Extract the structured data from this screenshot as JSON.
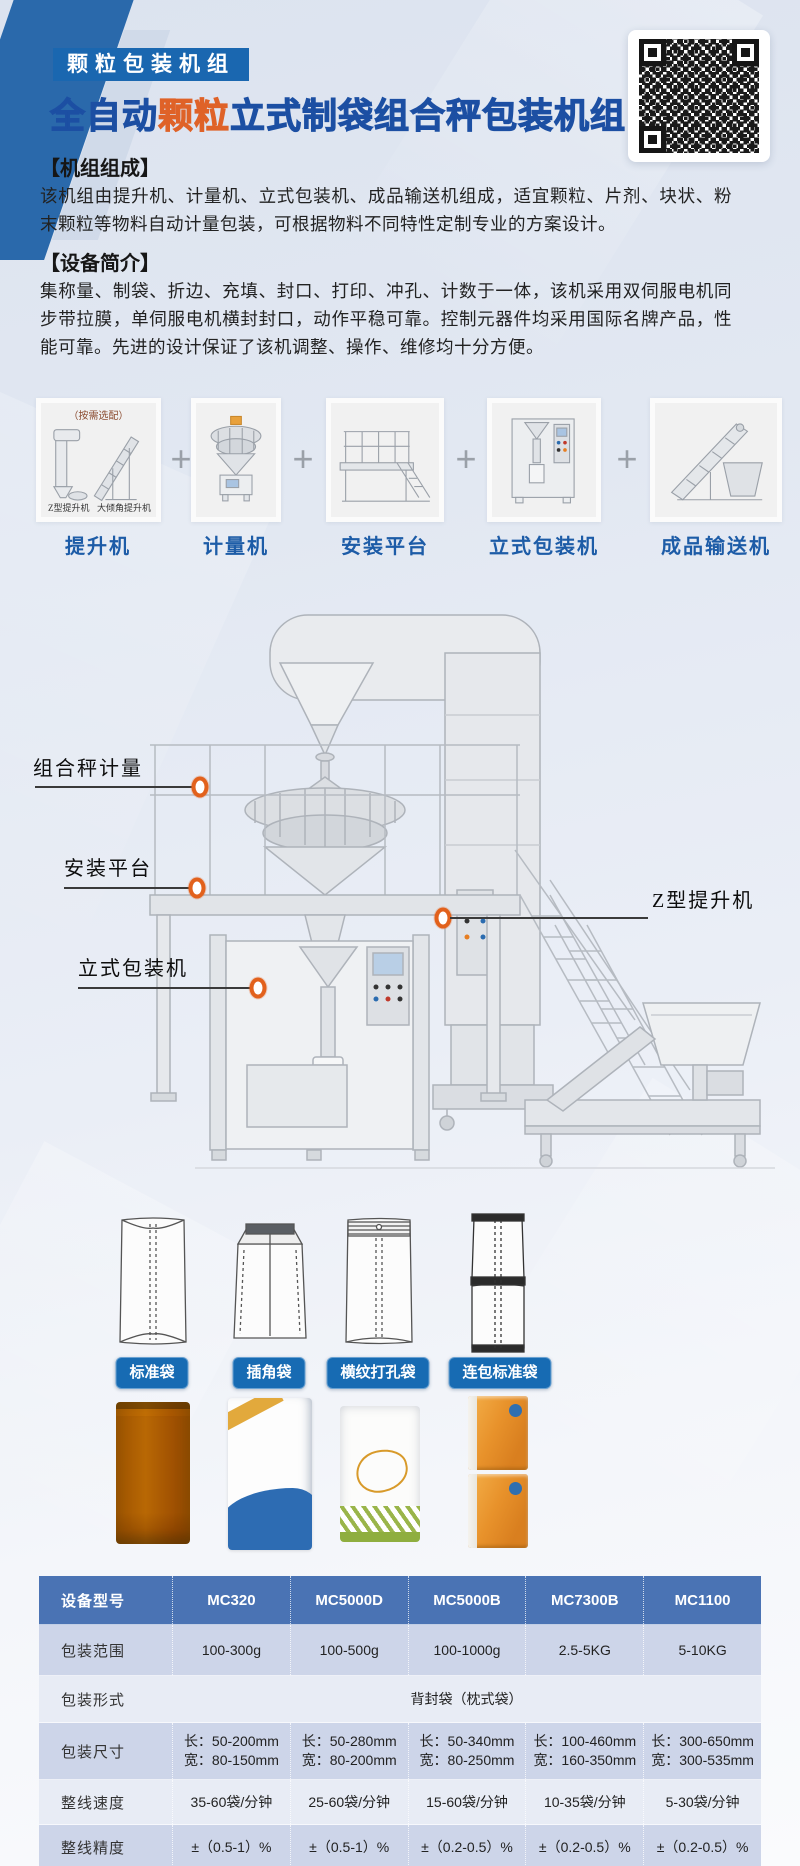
{
  "header": {
    "badge": "颗粒包装机组",
    "title": {
      "prefix": "全自动",
      "highlight": "颗粒",
      "suffix": "立式制袋组合秤包装机组"
    }
  },
  "colors": {
    "accent_blue": "#1a67b0",
    "title_blue": "#1c4fa3",
    "highlight_orange": "#df6228",
    "table_header_blue": "#4a73b4",
    "callout_dot_orange": "#e2611c",
    "chip_blue": "#176bb3"
  },
  "sections": {
    "composition": {
      "heading": "【机组组成】",
      "body": "该机组由提升机、计量机、立式包装机、成品输送机组成，适宜颗粒、片剂、块状、粉末颗粒等物料自动计量包装，可根据物料不同特性定制专业的方案设计。"
    },
    "intro": {
      "heading": "【设备简介】",
      "body": "集称量、制袋、折边、充填、封口、打印、冲孔、计数于一体，该机采用双伺服电机同步带拉膜，单伺服电机横封封口，动作平稳可靠。控制元器件均采用国际名牌产品，性能可靠。先进的设计保证了该机调整、操作、维修均十分方便。"
    }
  },
  "components": {
    "plus": "+",
    "note": "（按需选配）",
    "card1_caption_left": "Z型提升机",
    "card1_caption_right": "大倾角提升机",
    "items": [
      "提升机",
      "计量机",
      "安装平台",
      "立式包装机",
      "成品输送机"
    ]
  },
  "diagram": {
    "callouts": {
      "weigher": "组合秤计量",
      "platform": "安装平台",
      "elevator": "Z型提升机",
      "packer": "立式包装机"
    }
  },
  "bags": {
    "types": [
      "标准袋",
      "插角袋",
      "横纹打孔袋",
      "连包标准袋"
    ]
  },
  "table": {
    "columns": [
      "设备型号",
      "MC320",
      "MC5000D",
      "MC5000B",
      "MC7300B",
      "MC1100"
    ],
    "range": {
      "label": "包装范围",
      "values": [
        "100-300g",
        "100-500g",
        "100-1000g",
        "2.5-5KG",
        "5-10KG"
      ]
    },
    "form": {
      "label": "包装形式",
      "value": "背封袋（枕式袋）"
    },
    "size": {
      "label": "包装尺寸",
      "values": [
        {
          "l": "长：50-200mm",
          "w": "宽：80-150mm"
        },
        {
          "l": "长：50-280mm",
          "w": "宽：80-200mm"
        },
        {
          "l": "长：50-340mm",
          "w": "宽：80-250mm"
        },
        {
          "l": "长：100-460mm",
          "w": "宽：160-350mm"
        },
        {
          "l": "长：300-650mm",
          "w": "宽：300-535mm"
        }
      ]
    },
    "speed": {
      "label": "整线速度",
      "values": [
        "35-60袋/分钟",
        "25-60袋/分钟",
        "15-60袋/分钟",
        "10-35袋/分钟",
        "5-30袋/分钟"
      ]
    },
    "accuracy": {
      "label": "整线精度",
      "values": [
        "±（0.5-1）%",
        "±（0.5-1）%",
        "±（0.2-0.5）%",
        "±（0.2-0.5）%",
        "±（0.2-0.5）%"
      ]
    }
  }
}
